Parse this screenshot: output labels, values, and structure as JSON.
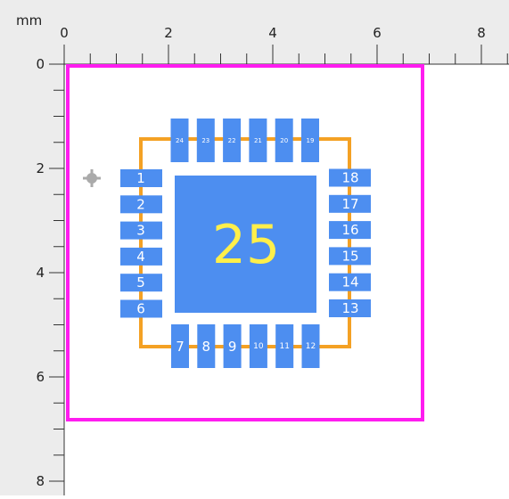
{
  "ruler": {
    "unit": "mm",
    "x_labels": [
      "0",
      "2",
      "4",
      "6",
      "8"
    ],
    "y_labels": [
      "0",
      "2",
      "4",
      "6",
      "8"
    ]
  },
  "footprint": {
    "center_pad_label": "25",
    "left_pads": [
      "1",
      "2",
      "3",
      "4",
      "5",
      "6"
    ],
    "bottom_pads": [
      "7",
      "8",
      "9",
      "10",
      "11",
      "12"
    ],
    "right_pads": [
      "13",
      "14",
      "15",
      "16",
      "17",
      "18"
    ],
    "top_pads": [
      "19",
      "20",
      "21",
      "22",
      "23",
      "24"
    ]
  },
  "colors": {
    "pad": "#4d8ef0",
    "pad_text": "#ffffff",
    "center_text": "#ffef4a",
    "silkscreen": "#f4a124",
    "courtyard": "#ff1cf0",
    "ruler_bg": "#ececec",
    "ruler_line": "#333333",
    "origin_marker": "#aaaaaa"
  },
  "icons": {
    "origin_marker": "pin-1-marker-icon"
  }
}
